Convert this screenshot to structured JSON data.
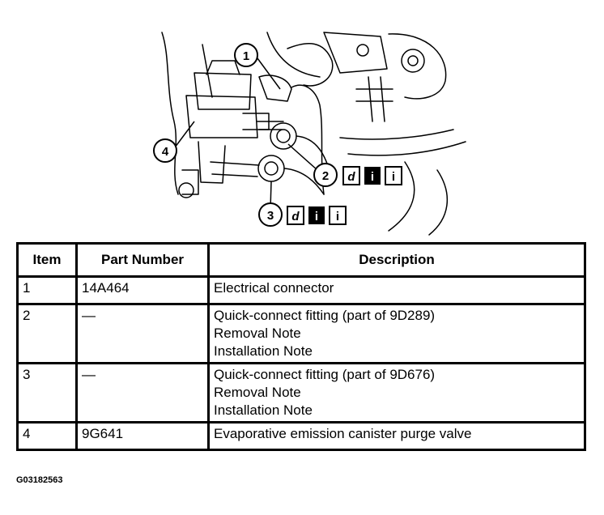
{
  "diagram": {
    "callouts": [
      "1",
      "2",
      "3",
      "4"
    ]
  },
  "table": {
    "headers": [
      "Item",
      "Part Number",
      "Description"
    ],
    "rows": [
      {
        "item": "1",
        "part": "14A464",
        "desc": [
          "Electrical connector"
        ]
      },
      {
        "item": "2",
        "part": "—",
        "desc": [
          "Quick-connect fitting (part of 9D289)",
          "Removal Note",
          "Installation Note"
        ]
      },
      {
        "item": "3",
        "part": "—",
        "desc": [
          "Quick-connect fitting (part of 9D676)",
          "Removal Note",
          "Installation Note"
        ]
      },
      {
        "item": "4",
        "part": "9G641",
        "desc": [
          "Evaporative emission canister purge valve"
        ]
      }
    ]
  },
  "figure_code": "G03182563"
}
